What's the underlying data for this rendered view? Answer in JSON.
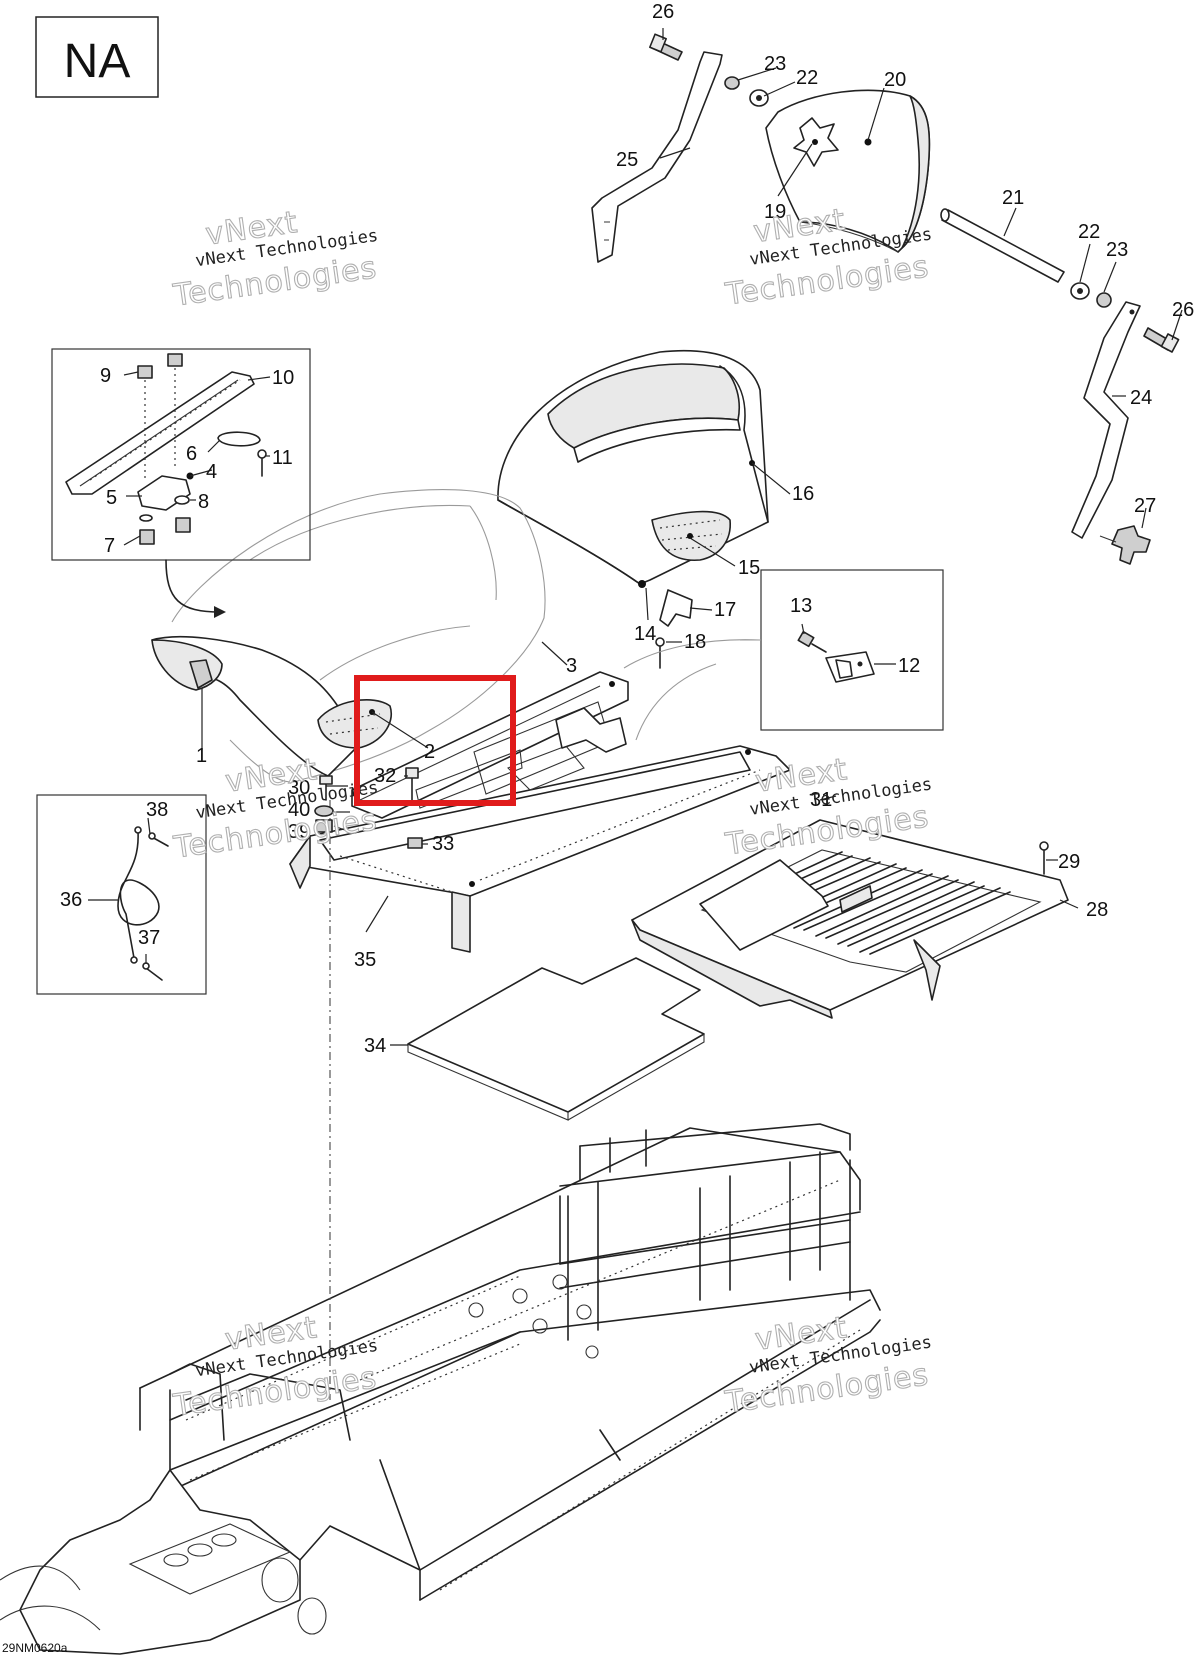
{
  "diagram": {
    "region_label": "NA",
    "reference_code": "29NM0620a",
    "watermark": {
      "line1": "vNext Technologies",
      "line2": "Technologies",
      "line3": "vNext"
    },
    "callouts": {
      "c1": "1",
      "c2": "2",
      "c3": "3",
      "c4": "4",
      "c5": "5",
      "c6": "6",
      "c7": "7",
      "c8": "8",
      "c9": "9",
      "c10": "10",
      "c11": "11",
      "c12": "12",
      "c13": "13",
      "c14": "14",
      "c15": "15",
      "c16": "16",
      "c17": "17",
      "c18": "18",
      "c19": "19",
      "c20": "20",
      "c21": "21",
      "c22a": "22",
      "c22b": "22",
      "c23a": "23",
      "c23b": "23",
      "c24": "24",
      "c25": "25",
      "c26a": "26",
      "c26b": "26",
      "c27": "27",
      "c28": "28",
      "c29": "29",
      "c30": "30",
      "c31": "31",
      "c32": "32",
      "c33": "33",
      "c34": "34",
      "c35": "35",
      "c36": "36",
      "c37": "37",
      "c38": "38",
      "c39": "39",
      "c40": "40"
    },
    "colors": {
      "highlight": "#e01b1b",
      "line": "#222222"
    }
  }
}
